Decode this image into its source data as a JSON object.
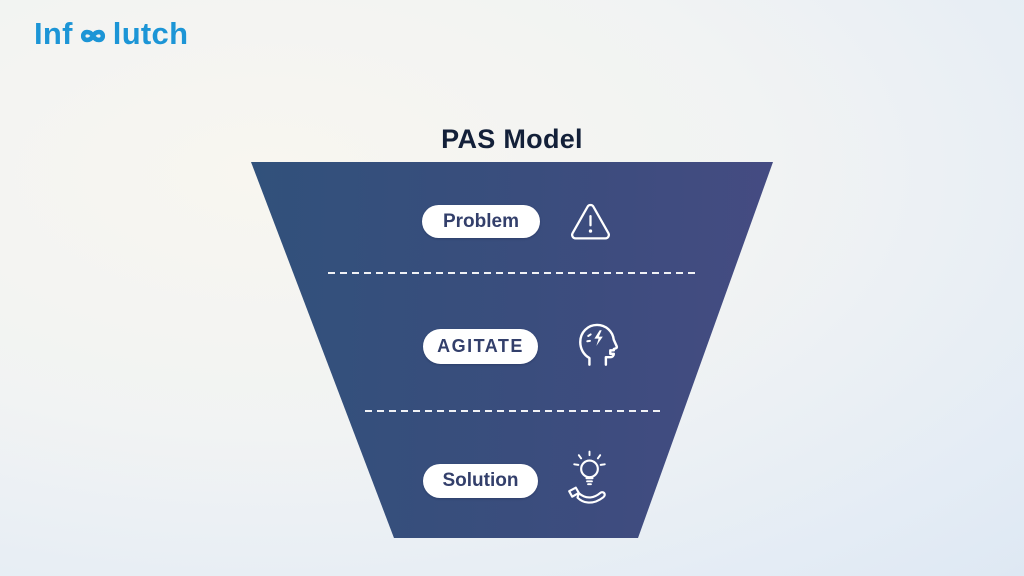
{
  "brand": {
    "text": "Infoclutch",
    "prefix": "Inf",
    "suffix": "lutch",
    "ligature": "infinity",
    "color": "#1c95d6"
  },
  "title": "PAS Model",
  "funnel": {
    "shape": "inverted-trapezoid",
    "color_left": "#31517b",
    "color_right": "#454b82",
    "pill_background": "#ffffff",
    "pill_text_color": "#333f6b",
    "divider_style": "white-dashed",
    "stages": [
      {
        "label": "Problem",
        "icon": "warning-triangle-icon"
      },
      {
        "label": "AGITATE",
        "icon": "agitated-head-lightning-icon"
      },
      {
        "label": "Solution",
        "icon": "hand-holding-lightbulb-icon"
      }
    ]
  },
  "background": {
    "top_left": "#f8f6f0",
    "center": "#f1f3f3",
    "edges": "#d6e3f0"
  }
}
